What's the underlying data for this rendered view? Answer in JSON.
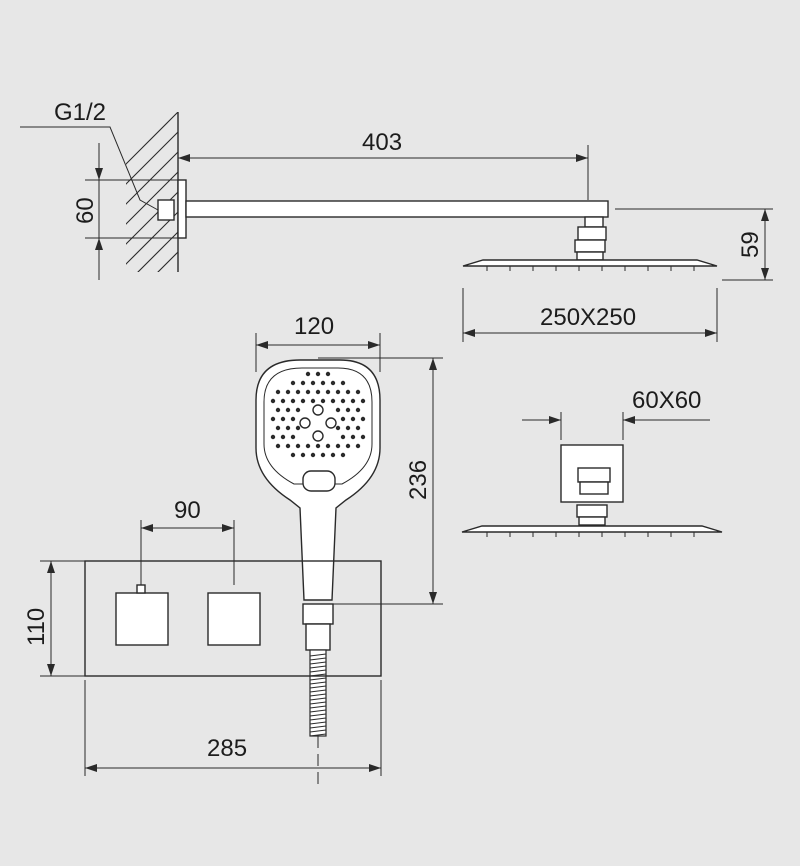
{
  "dimensions": {
    "thread": "G1/2",
    "arm_length": "403",
    "arm_height": "60",
    "head_height": "59",
    "head_size": "250X250",
    "handshower_width": "120",
    "handshower_length": "236",
    "base_size": "60X60",
    "knob_spacing": "90",
    "panel_height": "110",
    "panel_width": "285"
  },
  "colors": {
    "background": "#e7e7e7",
    "line": "#2a2a2a",
    "part_fill": "#ffffff"
  }
}
